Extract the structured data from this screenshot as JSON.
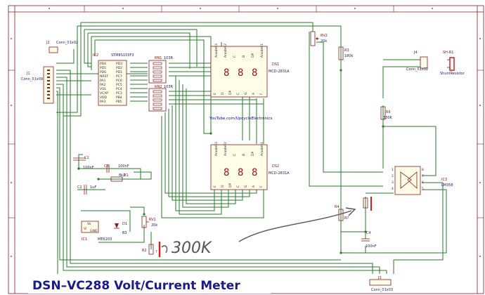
{
  "title": "DSN–VC288 Volt/Current Meter",
  "annotation": "300K",
  "watermark": "YouTube.com/UpcycleElectronics",
  "components": {
    "j1": {
      "ref": "J1",
      "value": "Conn_01x09"
    },
    "j2": {
      "ref": "J2",
      "value": "Conn_01x02"
    },
    "j3": {
      "ref": "J3",
      "value": "Conn_01x03"
    },
    "j4": {
      "ref": "J4",
      "value": "Conn_01x02"
    },
    "sh_r1": {
      "ref": "SH-R1",
      "value": "ShuntResistor"
    },
    "ic1": {
      "ref": "IC1",
      "value": "ME6203"
    },
    "ic2": {
      "ref": "IC2",
      "value": "STM8S103F3"
    },
    "ic3": {
      "ref": "IC3",
      "value": "LM358"
    },
    "rn1": {
      "ref": "RN1",
      "value": "103R"
    },
    "rn2": {
      "ref": "RN2",
      "value": "103R"
    },
    "ds1": {
      "ref": "DS1",
      "value": "MCD-2831A"
    },
    "ds2": {
      "ref": "DS2",
      "value": "MCD-2831A"
    },
    "rv1": {
      "ref": "RV1",
      "value": "20k"
    },
    "rv2": {
      "ref": "RV2",
      "value": "20k"
    },
    "r1": {
      "ref": "R1",
      "value": "8k2"
    },
    "r2": {
      "ref": "R2",
      "value": "?"
    },
    "r3": {
      "ref": "R3",
      "value": "180k"
    },
    "r4": {
      "ref": "R4",
      "value": "R?"
    },
    "r6": {
      "ref": "R6",
      "value": "330K"
    },
    "c1": {
      "ref": "C1",
      "value": "100nF"
    },
    "c2": {
      "ref": "C2",
      "value": "1uF"
    },
    "c3": {
      "ref": "C3",
      "value": "100nF"
    },
    "c4": {
      "ref": "C4",
      "value": "100nF"
    },
    "d1": {
      "ref": "D1",
      "value": "B3"
    }
  },
  "ic2_pins_left": [
    "PD4",
    "PD5",
    "PD6",
    "NRST",
    "PA1",
    "PA2",
    "VSS",
    "VCAP",
    "VDD",
    "PA3"
  ],
  "ic2_pins_right": [
    "PD3",
    "PD2",
    "PD1",
    "PC7",
    "PC6",
    "PC5",
    "PC4",
    "PC3",
    "PB4",
    "PB5"
  ],
  "display_pins_top": [
    "Anode03",
    "Anode02",
    "C",
    "B",
    "DP",
    "Anode01"
  ],
  "display_pins_bottom": [
    "E",
    "D",
    "DP",
    "C",
    "G",
    "A",
    "F"
  ],
  "lm358_pins": [
    "1",
    "2",
    "3",
    "4",
    "5",
    "6",
    "7",
    "8"
  ],
  "ic1_pins": {
    "top": "Vo",
    "left": "VI",
    "bottom": "GND"
  }
}
